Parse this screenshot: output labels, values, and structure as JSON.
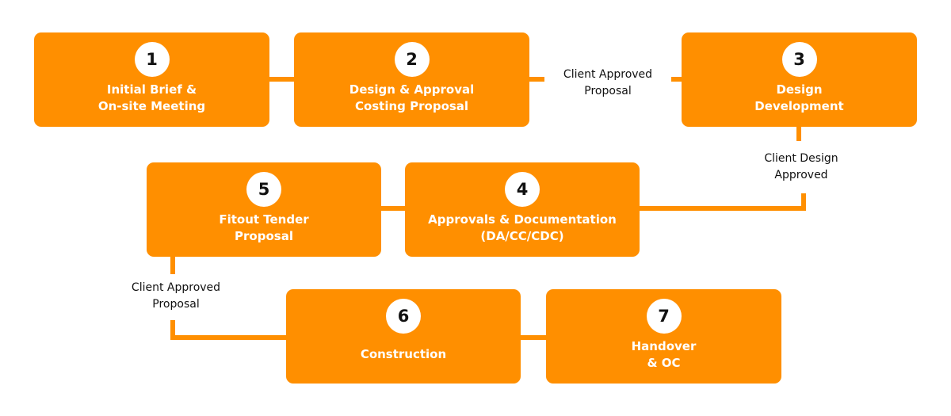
{
  "colors": {
    "accent": "#FF8F00",
    "badge": "#FFFFFF",
    "text": "#111111"
  },
  "steps": [
    {
      "number": "1",
      "label": "Initial Brief &\nOn-site Meeting"
    },
    {
      "number": "2",
      "label": "Design & Approval\nCosting Proposal"
    },
    {
      "number": "3",
      "label": "Design\nDevelopment"
    },
    {
      "number": "4",
      "label": "Approvals & Documentation\n(DA/CC/CDC)"
    },
    {
      "number": "5",
      "label": "Fitout Tender\nProposal"
    },
    {
      "number": "6",
      "label": "Construction"
    },
    {
      "number": "7",
      "label": "Handover\n& OC"
    }
  ],
  "connectors": [
    {
      "label": "Client Approved\nProposal"
    },
    {
      "label": "Client Design\nApproved"
    },
    {
      "label": "Client Approved\nProposal"
    }
  ]
}
